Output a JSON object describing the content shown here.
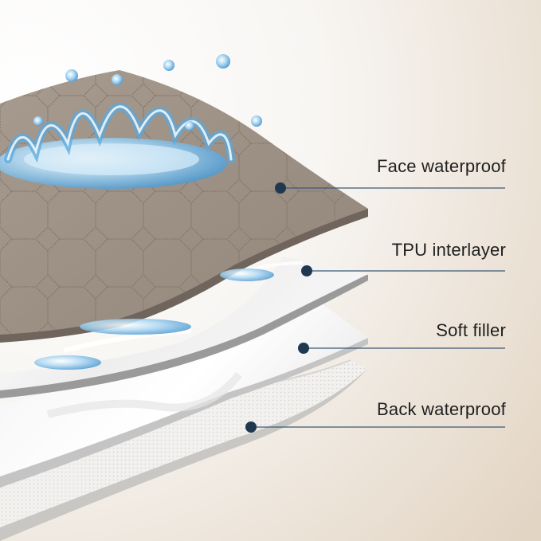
{
  "layers": [
    {
      "id": "face",
      "label": "Face waterproof"
    },
    {
      "id": "tpu",
      "label": "TPU interlayer"
    },
    {
      "id": "soft",
      "label": "Soft filler"
    },
    {
      "id": "back",
      "label": "Back waterproof"
    }
  ],
  "colors": {
    "background_light": "#f8f6f3",
    "background_warm": "#e3d5c4",
    "face_fabric": "#9a8d81",
    "quilt_stitch": "#867a6f",
    "edge_gray": "#8e8e8e",
    "tpu_film": "#f4f4f4",
    "filler": "#fafafa",
    "back_mesh": "#f0efed",
    "water_blue": "#5aa9de",
    "marker_dot": "#1f3850",
    "leader_line": "#3b5a75"
  },
  "icons": [
    "water-splash-icon",
    "water-droplet-icon"
  ]
}
